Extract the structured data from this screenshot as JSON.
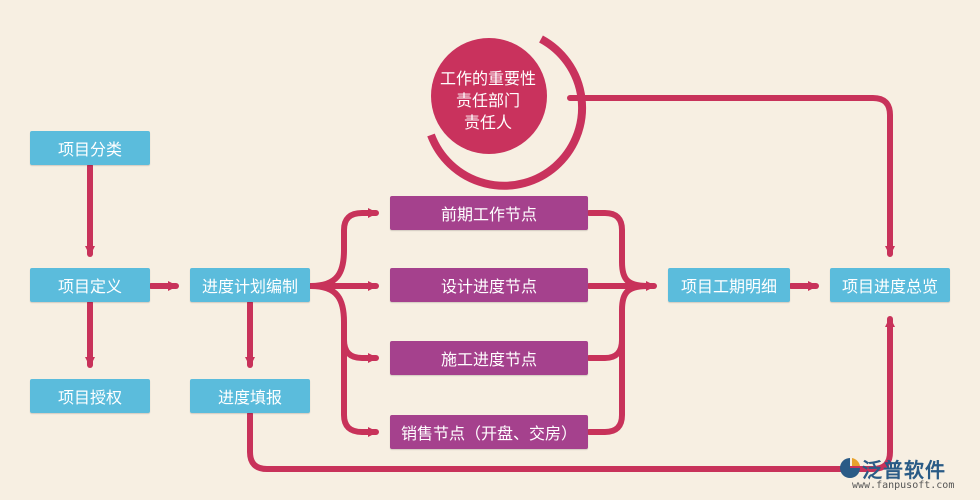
{
  "nodes": {
    "fenlei": "项目分类",
    "dingyi": "项目定义",
    "shouquan": "项目授权",
    "bianzhi": "进度计划编制",
    "tianbao": "进度填报",
    "qianqi": "前期工作节点",
    "sheji": "设计进度节点",
    "shigong": "施工进度节点",
    "xiaoshou": "销售节点（开盘、交房）",
    "mingxi": "项目工期明细",
    "zonglan": "项目进度总览"
  },
  "circle": {
    "lines": [
      "工作的重要性",
      "责任部门",
      "责任人"
    ]
  },
  "colors": {
    "arrow": "#c8325a",
    "blue_node": "#5bbcdc",
    "purple_node": "#a5418d",
    "circle": "#c9325d",
    "background": "#f7efe2"
  },
  "logo": {
    "name": "泛普软件",
    "url": "www.fanpusoft.com"
  }
}
